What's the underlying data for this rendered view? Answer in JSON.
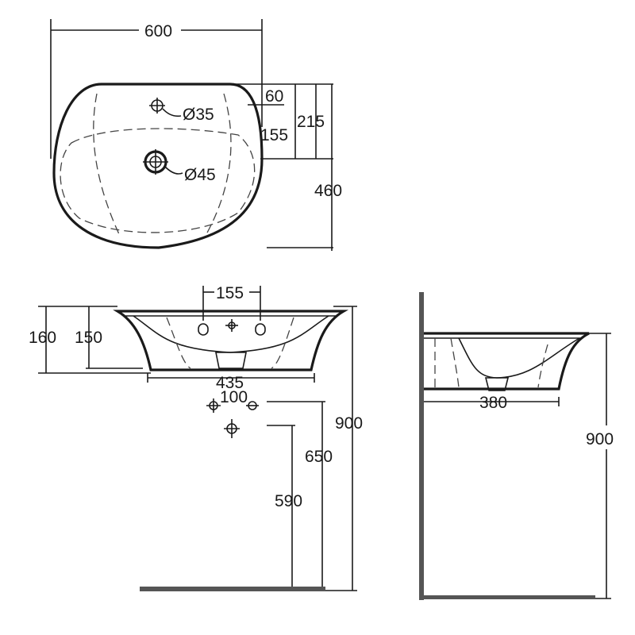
{
  "dimensions": {
    "top_width": "600",
    "tap_offset": "60",
    "tap_hole": "Ø35",
    "depth_215": "215",
    "depth_155": "155",
    "waste_hole": "Ø45",
    "depth_460": "460",
    "front_height_160": "160",
    "front_height_150": "150",
    "front_spacing_155": "155",
    "front_435": "435",
    "front_100": "100",
    "front_900": "900",
    "front_650": "650",
    "front_590": "590",
    "side_380": "380",
    "side_900": "900"
  }
}
